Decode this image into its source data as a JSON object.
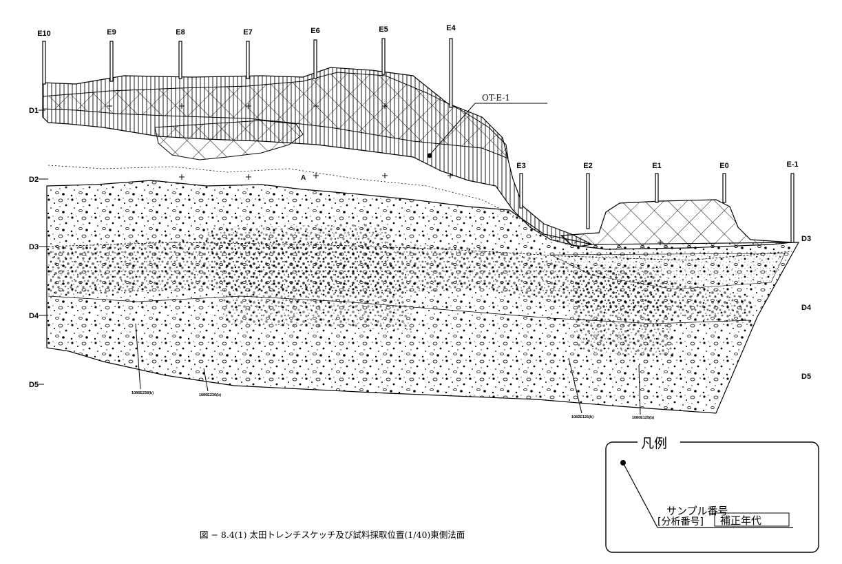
{
  "figure": {
    "caption": "図 − 8.4(1)  太田トレンチスケッチ及び試料採取位置(1/40)東側法面"
  },
  "grid": {
    "e_labels": [
      "E10",
      "E9",
      "E8",
      "E7",
      "E6",
      "E5",
      "E4",
      "E3",
      "E2",
      "E1",
      "E0",
      "E-1"
    ],
    "d_left_labels": [
      "D1",
      "D2",
      "D3",
      "D4",
      "D5"
    ],
    "d_right_labels": [
      "D3",
      "D4",
      "D5"
    ]
  },
  "annotations": {
    "unit_label": "OT-E-1",
    "marker_a": "A",
    "samples": [
      "1086E238(b)",
      "1086E236(b)",
      "1082E125(b)",
      "1080E125(b)"
    ]
  },
  "legend": {
    "title": "凡例",
    "sample_label": "サンプル番号",
    "analysis_label": "[分析番号]",
    "age_label": "補正年代"
  }
}
